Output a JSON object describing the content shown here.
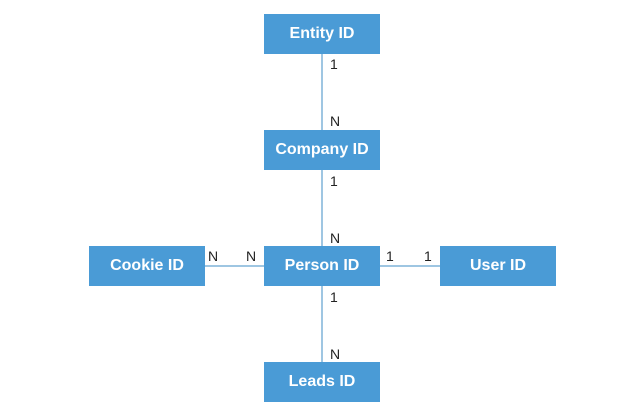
{
  "colors": {
    "entity_fill": "#4a9bd6",
    "entity_text": "#ffffff",
    "connector": "#7fb3d9",
    "cardinality_text": "#222222"
  },
  "entities": {
    "entity": "Entity ID",
    "company": "Company ID",
    "person": "Person ID",
    "cookie": "Cookie ID",
    "user": "User ID",
    "leads": "Leads ID"
  },
  "relationships": {
    "entity_company": {
      "from": "Entity ID",
      "to": "Company ID",
      "from_card": "1",
      "to_card": "N"
    },
    "company_person": {
      "from": "Company ID",
      "to": "Person ID",
      "from_card": "1",
      "to_card": "N"
    },
    "cookie_person": {
      "from": "Cookie ID",
      "to": "Person ID",
      "from_card": "N",
      "to_card": "N"
    },
    "person_user": {
      "from": "Person ID",
      "to": "User ID",
      "from_card": "1",
      "to_card": "1"
    },
    "person_leads": {
      "from": "Person ID",
      "to": "Leads ID",
      "from_card": "1",
      "to_card": "N"
    }
  }
}
